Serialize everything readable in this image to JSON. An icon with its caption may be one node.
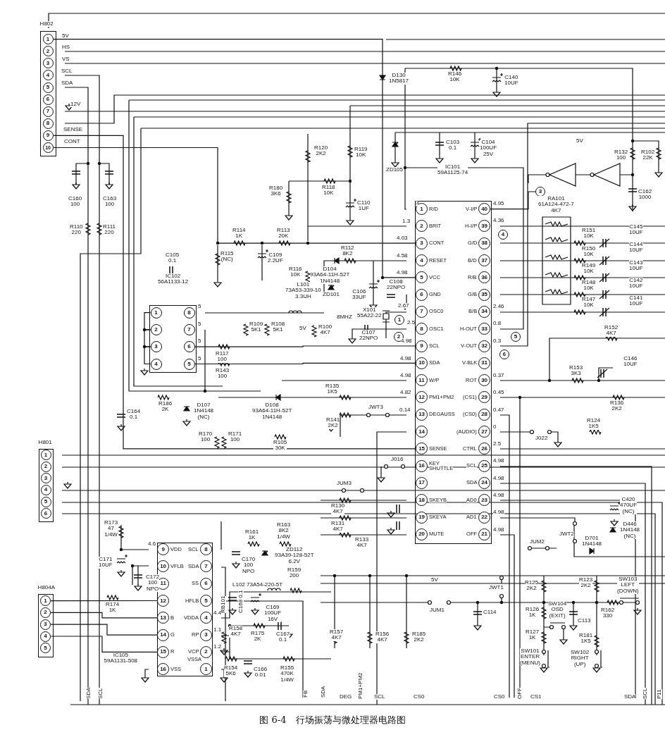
{
  "diagram": {
    "caption": "图 6-4　行场振荡与微处理器电路图",
    "nodes": [
      {
        "text": [
          "H802"
        ]
      },
      {
        "text": [
          "1"
        ],
        "in": 0
      },
      {
        "text": [
          "2"
        ],
        "in": 0
      },
      {
        "text": [
          "3"
        ],
        "in": 0
      },
      {
        "text": [
          "4"
        ],
        "in": 0
      },
      {
        "text": [
          "5"
        ],
        "in": 0
      },
      {
        "text": [
          "6"
        ],
        "in": 0
      },
      {
        "text": [
          "7"
        ],
        "in": 0
      },
      {
        "text": [
          "8"
        ],
        "in": 0
      },
      {
        "text": [
          "9"
        ],
        "in": 0
      },
      {
        "text": [
          "10"
        ],
        "in": 0
      },
      {
        "text": [
          "IC101",
          "59A1125-74"
        ]
      },
      {
        "text": [
          "1"
        ],
        "beside": [
          "R/D"
        ],
        "in": 11
      },
      {
        "text": [
          "2"
        ],
        "beside": [
          "BRIT"
        ],
        "in": 11
      },
      {
        "text": [
          "3"
        ],
        "beside": [
          "CONT"
        ],
        "in": 11
      },
      {
        "text": [
          "4"
        ],
        "beside": [
          "RESET"
        ],
        "in": 11
      },
      {
        "text": [
          "5"
        ],
        "beside": [
          "VCC"
        ],
        "in": 11
      },
      {
        "text": [
          "6"
        ],
        "beside": [
          "GND"
        ],
        "in": 11
      },
      {
        "text": [
          "7"
        ],
        "beside": [
          "OSC0"
        ],
        "in": 11
      },
      {
        "text": [
          "8"
        ],
        "beside": [
          "OSC1"
        ],
        "in": 11
      },
      {
        "text": [
          "9"
        ],
        "beside": [
          "SCL"
        ],
        "in": 11
      },
      {
        "text": [
          "10"
        ],
        "beside": [
          "SDA"
        ],
        "in": 11
      },
      {
        "text": [
          "11"
        ],
        "beside": [
          "W/P"
        ],
        "in": 11
      },
      {
        "text": [
          "12"
        ],
        "beside": [
          "PM1+PM2"
        ],
        "in": 11
      },
      {
        "text": [
          "13"
        ],
        "beside": [
          "DEGAUSS"
        ],
        "in": 11
      },
      {
        "text": [
          "14"
        ],
        "in": 11
      },
      {
        "text": [
          "15"
        ],
        "beside": [
          "SENSE"
        ],
        "in": 11
      },
      {
        "text": [
          "16"
        ],
        "beside": [
          "KEY SHUTTLE"
        ],
        "in": 11
      },
      {
        "text": [
          "17"
        ],
        "in": 11
      },
      {
        "text": [
          "18"
        ],
        "beside": [
          "SKEYB"
        ],
        "in": 11
      },
      {
        "text": [
          "19"
        ],
        "beside": [
          "SKEYA"
        ],
        "in": 11
      },
      {
        "text": [
          "20"
        ],
        "beside": [
          "MUTE"
        ],
        "in": 11
      },
      {
        "text": [
          "21"
        ],
        "beside": [
          "OFF"
        ],
        "in": 11
      },
      {
        "text": [
          "22"
        ],
        "beside": [
          "AD1"
        ],
        "in": 11
      },
      {
        "text": [
          "23"
        ],
        "beside": [
          "AD0"
        ],
        "in": 11
      },
      {
        "text": [
          "24"
        ],
        "beside": [
          "SDA"
        ],
        "in": 11
      },
      {
        "text": [
          "25"
        ],
        "beside": [
          "SCL"
        ],
        "in": 11
      },
      {
        "text": [
          "26"
        ],
        "beside": [
          "CTRL"
        ],
        "in": 11
      },
      {
        "text": [
          "27"
        ],
        "beside": [
          "(AUDIO)"
        ],
        "in": 11
      },
      {
        "text": [
          "28"
        ],
        "beside": [
          "(CS0)"
        ],
        "in": 11
      },
      {
        "text": [
          "29"
        ],
        "beside": [
          "(CS1)"
        ],
        "in": 11
      },
      {
        "text": [
          "30"
        ],
        "beside": [
          "ROT"
        ],
        "in": 11
      },
      {
        "text": [
          "31"
        ],
        "beside": [
          "V-BLK"
        ],
        "in": 11
      },
      {
        "text": [
          "32"
        ],
        "beside": [
          "V-OUT"
        ],
        "in": 11
      },
      {
        "text": [
          "33"
        ],
        "beside": [
          "H-OUT"
        ],
        "in": 11
      },
      {
        "text": [
          "34"
        ],
        "beside": [
          "B/B"
        ],
        "in": 11
      },
      {
        "text": [
          "35"
        ],
        "beside": [
          "G/B"
        ],
        "in": 11
      },
      {
        "text": [
          "36"
        ],
        "beside": [
          "R/B"
        ],
        "in": 11
      },
      {
        "text": [
          "37"
        ],
        "beside": [
          "B/D"
        ],
        "in": 11
      },
      {
        "text": [
          "38"
        ],
        "beside": [
          "G/D"
        ],
        "in": 11
      },
      {
        "text": [
          "39"
        ],
        "beside": [
          "H-I/P"
        ],
        "in": 11
      },
      {
        "text": [
          "40"
        ],
        "beside": [
          "V-I/P"
        ],
        "in": 11
      },
      {
        "text": [
          "IC102",
          "56A1133-12"
        ]
      },
      {
        "text": [
          "1"
        ],
        "in": 52
      },
      {
        "text": [
          "2"
        ],
        "in": 52
      },
      {
        "text": [
          "3"
        ],
        "in": 52
      },
      {
        "text": [
          "4"
        ],
        "in": 52
      },
      {
        "text": [
          "5"
        ],
        "in": 52
      },
      {
        "text": [
          "6"
        ],
        "in": 52
      },
      {
        "text": [
          "7"
        ],
        "in": 52
      },
      {
        "text": [
          "8"
        ],
        "in": 52
      },
      {
        "text": [
          "H801"
        ]
      },
      {
        "text": [
          "1"
        ],
        "in": 61
      },
      {
        "text": [
          "2"
        ],
        "in": 61
      },
      {
        "text": [
          "3"
        ],
        "in": 61
      },
      {
        "text": [
          "4"
        ],
        "in": 61
      },
      {
        "text": [
          "5"
        ],
        "in": 61
      },
      {
        "text": [
          "6"
        ],
        "in": 61
      },
      {
        "text": [
          "H804A"
        ]
      },
      {
        "text": [
          "1"
        ],
        "in": 68
      },
      {
        "text": [
          "2"
        ],
        "in": 68
      },
      {
        "text": [
          "3"
        ],
        "in": 68
      },
      {
        "text": [
          "4"
        ],
        "in": 68
      },
      {
        "text": [
          "5"
        ],
        "in": 68
      },
      {
        "text": [
          "IC105",
          "59A1131-508"
        ]
      },
      {
        "text": [
          "1"
        ],
        "beside": [
          "VSSA"
        ],
        "in": 74
      },
      {
        "text": [
          "2"
        ],
        "beside": [
          "VCP"
        ],
        "in": 74
      },
      {
        "text": [
          "3"
        ],
        "beside": [
          "RP"
        ],
        "in": 74
      },
      {
        "text": [
          "4"
        ],
        "beside": [
          "VDDA"
        ],
        "in": 74
      },
      {
        "text": [
          "5"
        ],
        "beside": [
          "HFLB"
        ],
        "in": 74
      },
      {
        "text": [
          "6"
        ],
        "beside": [
          "SS"
        ],
        "in": 74
      },
      {
        "text": [
          "7"
        ],
        "beside": [
          "SDA"
        ],
        "in": 74
      },
      {
        "text": [
          "8"
        ],
        "beside": [
          "SCL"
        ],
        "in": 74
      },
      {
        "text": [
          "9"
        ],
        "beside": [
          "VDD"
        ],
        "in": 74
      },
      {
        "text": [
          "10"
        ],
        "beside": [
          "VFLB"
        ],
        "in": 74
      },
      {
        "text": [
          "11"
        ],
        "in": 74
      },
      {
        "text": [
          "12"
        ],
        "in": 74
      },
      {
        "text": [
          "13"
        ],
        "beside": [
          "B"
        ],
        "in": 74
      },
      {
        "text": [
          "14"
        ],
        "beside": [
          "G"
        ],
        "in": 74
      },
      {
        "text": [
          "15"
        ],
        "beside": [
          "R"
        ],
        "in": 74
      },
      {
        "text": [
          "16"
        ],
        "beside": [
          "VSS"
        ],
        "in": 74
      },
      {
        "text": [
          "1"
        ]
      },
      {
        "text": [
          "2"
        ]
      },
      {
        "text": [
          "3"
        ]
      },
      {
        "text": [
          "4"
        ]
      },
      {
        "text": [
          "5"
        ]
      },
      {
        "text": [
          "6"
        ]
      }
    ],
    "edges": [
      {
        "from": 69,
        "to": 86,
        "arrow": "none"
      },
      {
        "from": 70,
        "to": 87,
        "arrow": "none"
      },
      {
        "from": 71,
        "to": 88,
        "arrow": "none"
      },
      {
        "from": 72,
        "to": 89,
        "arrow": "none"
      },
      {
        "from": 1,
        "to": 16,
        "arrow": "none"
      },
      {
        "from": 10,
        "to": 14,
        "arrow": "none"
      },
      {
        "from": 9,
        "to": 26,
        "arrow": "none"
      },
      {
        "from": 20,
        "to": 58,
        "arrow": "none"
      },
      {
        "from": 21,
        "to": 57,
        "arrow": "none"
      },
      {
        "from": 51,
        "to": 93,
        "arrow": "none"
      },
      {
        "from": 53,
        "to": 54,
        "arrow": "none"
      },
      {
        "from": 54,
        "to": 55,
        "arrow": "none"
      },
      {
        "from": 55,
        "to": 56,
        "arrow": "none"
      }
    ],
    "labels": [
      "5V",
      "HS",
      "VS",
      "SCL",
      "SDA",
      "12V",
      "SENSE",
      "CONT",
      "C160 100",
      "C163 100",
      "R110 220",
      "R111 220",
      "R120 2K2",
      "R180 3K6",
      "R119 10K",
      "R118 10K",
      "C110 1UF",
      "D130 1N5817",
      "R146 10K",
      "C140 10UF",
      "C103 0.1",
      "C104 100UF 25V",
      "ZD105",
      "5V",
      "R132 100",
      "R102 22K",
      "C162 1000",
      "RA101 61A124-472-7 4K7",
      "R151 10K",
      "C145 10UF",
      "R150 10K",
      "C144 10UF",
      "R149 10K",
      "C143 10UF",
      "R148 10K",
      "C142 10UF",
      "R147 10K",
      "C141 10UF",
      "R152 4K7",
      "C146 10UF",
      "R153 3K3",
      "R136 2K2",
      "R124 1K5",
      "J022",
      "C420 470UF (NC)",
      "D446 1N4148 (NC)",
      "D701 1N4148",
      "JWT2",
      "JUM2",
      "R114 1K",
      "R113 20K",
      "R115 (NC)",
      "C109 2.2UF",
      "R112 8K2",
      "D104 93A64-11H-52T 1N4148",
      "ZD101",
      "C106 33UF",
      "C108 22NPO",
      "8MHZ",
      "X101 55A22-22",
      "C107 22NPO",
      "R116 10K",
      "L101 73A53-339-10 3.3UH",
      "R109 5K1",
      "R108 5K1",
      "5V",
      "R100 4K7",
      "C105 0.1",
      "5",
      "5",
      "5",
      "5",
      "R117 100",
      "R143 100",
      "R135 1K5",
      "C164 0.1",
      "R186 2K",
      "D107 1N4148 (NC)",
      "D108 93A64-11H-52T 1N4148",
      "R141 2K2",
      "JWT3",
      "R105 30K",
      "R170 100",
      "R171 100",
      "J016",
      "JUM3",
      "R130 4K7",
      "R131 4K7",
      "R133 4K7",
      "R173 47 1/4W",
      "4.6",
      "C171 10UF",
      "C172 100 NPO",
      "R174 1K",
      "R161 1K",
      "R163 8K2 1/4W",
      "C170 100 NPO",
      "ZD112 93A39-128-52T 6.2V",
      "L102 73A54-220-5T",
      "R159 200",
      "RB101",
      "C168 0.1",
      "C169 100UF 16V",
      "4.4",
      "1.1",
      "1.2",
      "R158 4K7",
      "R175 2K",
      "C167 0.1",
      "R154 5K6",
      "C166 0.01",
      "R155 470K 1/4W",
      "SDA",
      "SCL",
      "FB",
      "SDA",
      "DEG",
      "PM1+PM2",
      "SCL",
      "CS0",
      "CS0",
      "OFF",
      "CS1",
      "SDA",
      "SCL",
      "P11",
      "5V",
      "JWT1",
      "JUM1",
      "C114",
      "R157 4K7",
      "R156 4K7",
      "R185 2K2",
      "R125 2K2",
      "R123 2K2",
      "SW103 LEFT (DOWN)",
      "SW104 OSD (EXIT)",
      "C113",
      "R126 1K",
      "R162 330",
      "R127 1K",
      "R181 1K5",
      "SW101 ENTER (MENU)",
      "SW102 RIGHT (UP)",
      "3",
      "1.3",
      "4.03",
      "4.58",
      "4.98",
      "2.67",
      "2.5",
      "4.98",
      "4.98",
      "4.98",
      "4.82",
      "0.14",
      "4.95",
      "4.36",
      "2.46",
      "0.8",
      "0.3",
      "0.37",
      "0.45",
      "0.47",
      "0",
      "2.5",
      "4.98",
      "4.98",
      "4.98",
      "4.98",
      "4.98"
    ]
  }
}
